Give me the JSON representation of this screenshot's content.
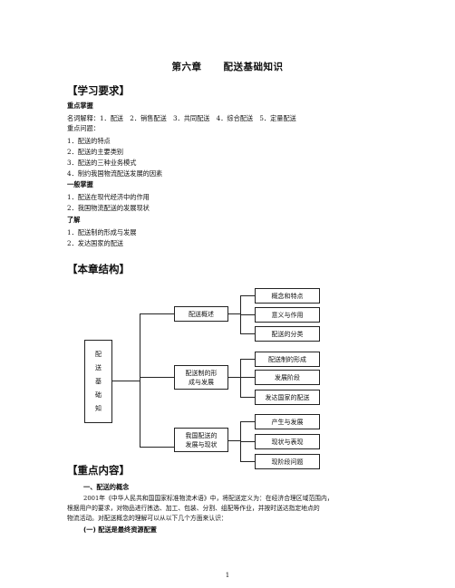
{
  "chapter": {
    "number": "第六章",
    "name": "配送基础知识"
  },
  "requirements": {
    "heading": "【学习要求】",
    "key_mastery": "重点掌握",
    "terms_line": "名词解释：1．配送　2．销售配送　3．共同配送　4．综合配送　5．定量配送",
    "key_questions_label": "重点问题：",
    "key_questions": [
      "1．配送的特点",
      "2．配送的主要类别",
      "3．配送的三种业务模式",
      "4．制约我国物流配送发展的因素"
    ],
    "general_label": "一般掌握",
    "general_items": [
      "1．配送在现代经济中的作用",
      "2．我国物流配送的发展现状"
    ],
    "understand_label": "了解",
    "understand_items": [
      "1．配送制的形成与发展",
      "2．发达国家的配送"
    ]
  },
  "structure": {
    "heading": "【本章结构】",
    "root": [
      "配",
      "送",
      "基",
      "础",
      "知"
    ],
    "branches": [
      {
        "label": "配送概述",
        "leaves": [
          "概念和特点",
          "意义与作用",
          "配送的分类"
        ]
      },
      {
        "label": [
          "配送制的形",
          "成与发展"
        ],
        "leaves": [
          "配送制的形成",
          "发展阶段",
          "发达国家的配送"
        ]
      },
      {
        "label": [
          "我国配送的",
          "发展与现状"
        ],
        "leaves": [
          "产生与发展",
          "现状与表现",
          "现阶段问题"
        ]
      }
    ]
  },
  "content": {
    "heading": "【重点内容】",
    "section1": "一、配送的概念",
    "para1_line1": "2001年《中华人民共和国国家标准物流术语》中，将配送定义为：在经济合理区域范围内，",
    "para1_line2": "根据用户的要求，对物品进行拣选、加工、包装、分割、组配等作业，并按时送达指定地点的",
    "para1_line3": "物流活动。对配送概念的理解可以从以下几个方面来认识：",
    "sub1": "(一) 配送是最终资源配置"
  },
  "page_number": "1"
}
